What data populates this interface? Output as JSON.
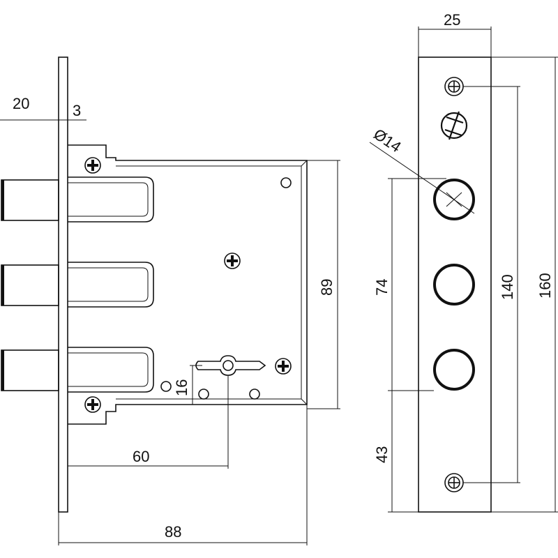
{
  "dimensions": {
    "bolt_projection": "20",
    "faceplate_thickness": "3",
    "backset": "60",
    "case_width": "88",
    "case_height": "89",
    "key_offset": "16",
    "front_width": "25",
    "hole_diameter": "Ø14",
    "spacing_74": "74",
    "spacing_43": "43",
    "screw_spacing": "140",
    "front_length": "160"
  }
}
